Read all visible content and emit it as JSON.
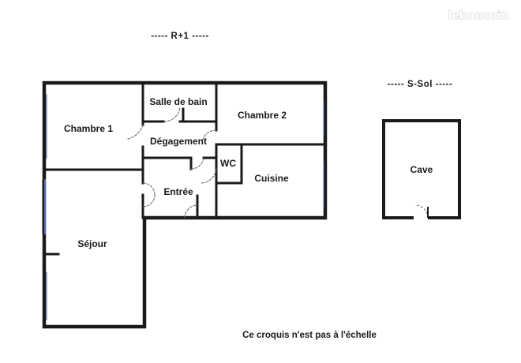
{
  "watermark": "leboncoin",
  "floors": {
    "upper": "----- R+1 -----",
    "basement": "----- S-Sol -----"
  },
  "rooms": {
    "chambre1": "Chambre 1",
    "salle_de_bain": "Salle de bain",
    "chambre2": "Chambre 2",
    "degagement": "Dégagement",
    "wc": "WC",
    "cuisine": "Cuisine",
    "entree": "Entrée",
    "sejour": "Séjour",
    "cave": "Cave"
  },
  "note": "Ce croquis n'est pas à l'échelle",
  "colors": {
    "wall": "#1a1a1a",
    "window": "#5b6fb5",
    "door_arc": "#666666"
  }
}
